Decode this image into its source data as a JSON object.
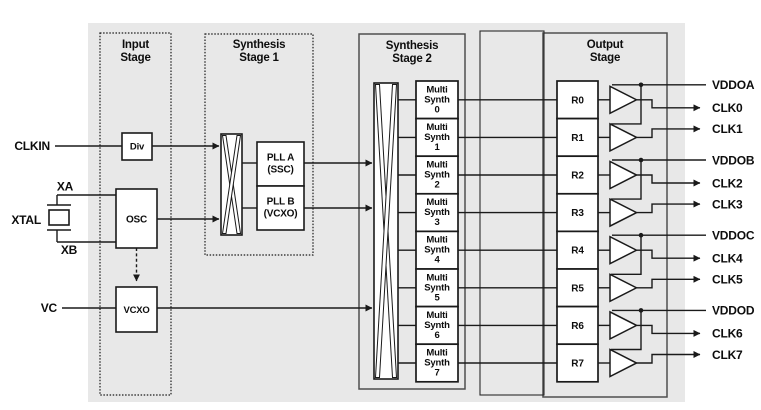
{
  "diagram": {
    "inputs": {
      "clkin": "CLKIN",
      "xa": "XA",
      "xb": "XB",
      "xtal": "XTAL",
      "vc": "VC"
    },
    "input_stage": {
      "title_line1": "Input",
      "title_line2": "Stage",
      "div_label": "Div",
      "osc_label": "OSC",
      "vcxo_label": "VCXO"
    },
    "synth_stage1": {
      "title_line1": "Synthesis",
      "title_line2": "Stage 1",
      "pll_a_line1": "PLL A",
      "pll_a_line2": "(SSC)",
      "pll_b_line1": "PLL B",
      "pll_b_line2": "(VCXO)"
    },
    "synth_stage2": {
      "title_line1": "Synthesis",
      "title_line2": "Stage 2",
      "ms_word1": "Multi",
      "ms_word2": "Synth",
      "channels": [
        "0",
        "1",
        "2",
        "3",
        "4",
        "5",
        "6",
        "7"
      ]
    },
    "output_stage": {
      "title_line1": "Output",
      "title_line2": "Stage",
      "r_dividers": [
        "R0",
        "R1",
        "R2",
        "R3",
        "R4",
        "R5",
        "R6",
        "R7"
      ]
    },
    "outputs": {
      "vdd_pins": [
        "VDDOA",
        "VDDOB",
        "VDDOC",
        "VDDOD"
      ],
      "clk_pins": [
        "CLK0",
        "CLK1",
        "CLK2",
        "CLK3",
        "CLK4",
        "CLK5",
        "CLK6",
        "CLK7"
      ]
    },
    "colors": {
      "chip_background": "#e8e8e8",
      "line": "#1a1a1a",
      "stage_border_solid": "#4f4f4f",
      "block_fill": "#ffffff"
    }
  }
}
